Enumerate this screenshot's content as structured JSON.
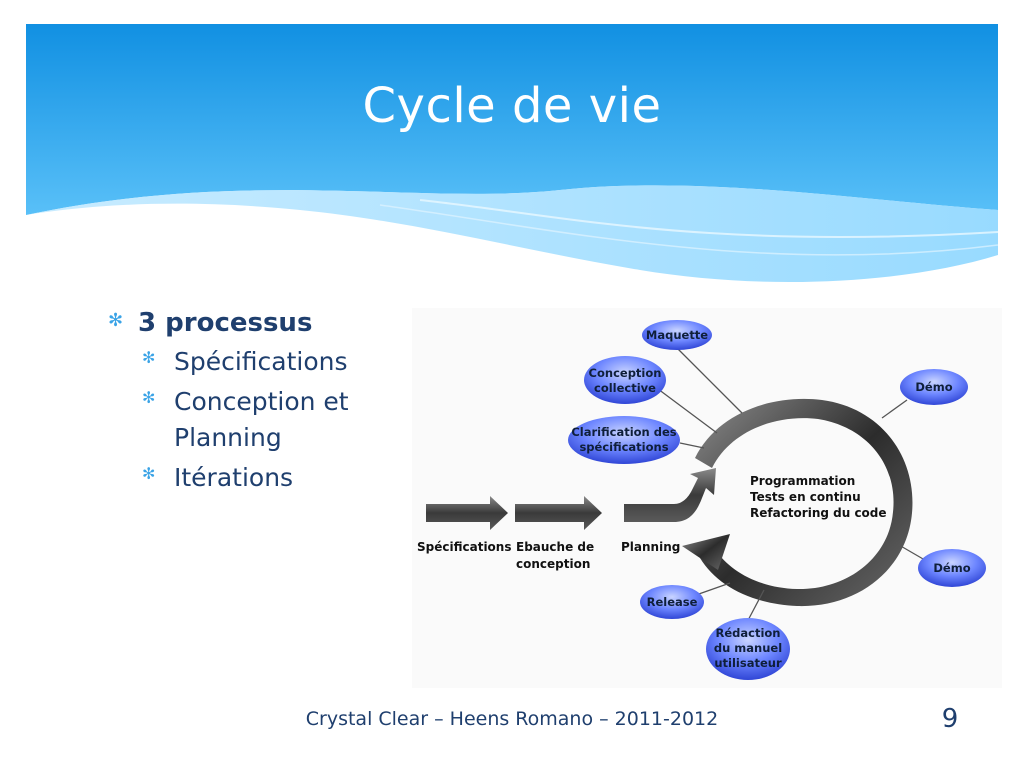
{
  "slide": {
    "title": "Cycle de vie",
    "footer": "Crystal Clear – Heens Romano – 2011-2012",
    "page_number": "9"
  },
  "bullets": {
    "main": "3 processus",
    "sub": [
      "Spécifications",
      "Conception et Planning",
      "Itérations"
    ]
  },
  "diagram": {
    "stages": {
      "specifications": "Spécifications",
      "ebauche_line1": "Ebauche de",
      "ebauche_line2": "conception",
      "planning": "Planning"
    },
    "center_lines": [
      "Programmation",
      "Tests en continu",
      "Refactoring du code"
    ],
    "bubbles": {
      "maquette": [
        "Maquette"
      ],
      "conception_collective": [
        "Conception",
        "collective"
      ],
      "clarification": [
        "Clarification des",
        "spécifications"
      ],
      "demo_top": [
        "Démo"
      ],
      "demo_bottom": [
        "Démo"
      ],
      "release": [
        "Release"
      ],
      "redaction": [
        "Rédaction",
        "du manuel",
        "utilisateur"
      ]
    }
  },
  "colors": {
    "header_blue": "#1a8fe0",
    "header_light": "#7fd0ff",
    "text_navy": "#1f3f6e",
    "bullet_mark": "#3aa3e6",
    "bubble_blue": "#4b63e6"
  }
}
